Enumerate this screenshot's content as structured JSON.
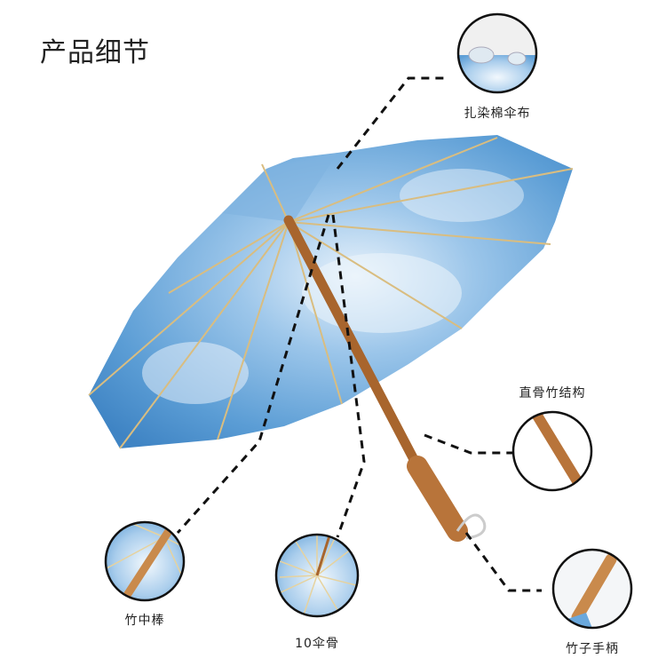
{
  "title": "产品细节",
  "details": [
    {
      "label": "扎染棉伞布",
      "icon": "fabric-closeup"
    },
    {
      "label": "直骨竹结构",
      "icon": "bamboo-shaft-closeup"
    },
    {
      "label": "竹中棒",
      "icon": "center-rod-closeup"
    },
    {
      "label": "10伞骨",
      "icon": "ribs-closeup"
    },
    {
      "label": "竹子手柄",
      "icon": "handle-closeup"
    }
  ],
  "colors": {
    "canopy": "#5d9fd6",
    "canopy_light": "#cfe4f5",
    "bamboo": "#b8743a",
    "rib": "#e0c992",
    "line": "#111111"
  }
}
